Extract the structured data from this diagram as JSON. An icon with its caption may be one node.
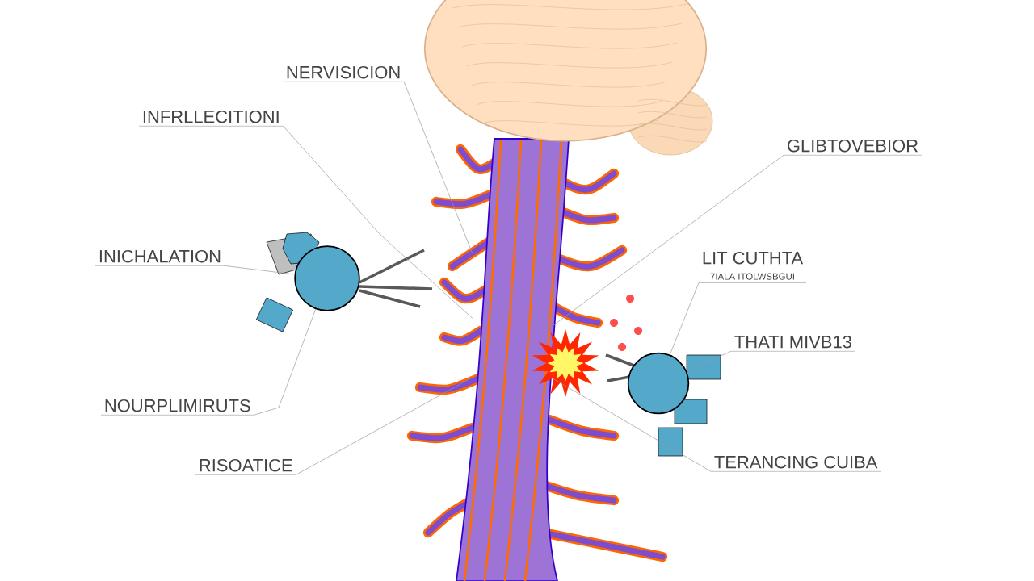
{
  "diagram": {
    "nodes": [
      {
        "text": [],
        "shape": "picture"
      },
      {
        "text": [],
        "shape": "picture"
      },
      {
        "text": [],
        "shape": "picture"
      },
      {
        "text": [],
        "shape": "picture"
      },
      {
        "text": [
          "NERVISICION"
        ]
      },
      {
        "text": [
          "INFRLLECITIONI"
        ]
      },
      {
        "text": [
          "INICHALATION"
        ]
      },
      {
        "text": [
          "NOURPLIMIRUTS"
        ]
      },
      {
        "text": [
          "RISOATICE"
        ]
      },
      {
        "text": [
          "GLIBTOVEBIOR"
        ]
      },
      {
        "text": [
          "LIT CUTHTA",
          "7IALA ITOLWSBGUI"
        ]
      },
      {
        "text": [
          "THATI MIVB13"
        ]
      },
      {
        "text": [
          "TERANCING CUIBA"
        ]
      }
    ],
    "edges": [
      {
        "from": 4,
        "to": 1,
        "arrow": "none"
      },
      {
        "from": 5,
        "to": 1,
        "arrow": "none"
      },
      {
        "from": 6,
        "to": 2,
        "arrow": "none"
      },
      {
        "from": 7,
        "to": 2,
        "arrow": "none"
      },
      {
        "from": 8,
        "to": 1,
        "arrow": "none"
      },
      {
        "from": 9,
        "to": 1,
        "arrow": "none"
      },
      {
        "from": 10,
        "to": 3,
        "arrow": "none"
      },
      {
        "from": 11,
        "to": 3,
        "arrow": "none"
      },
      {
        "from": 12,
        "to": 1,
        "arrow": "none"
      }
    ]
  }
}
